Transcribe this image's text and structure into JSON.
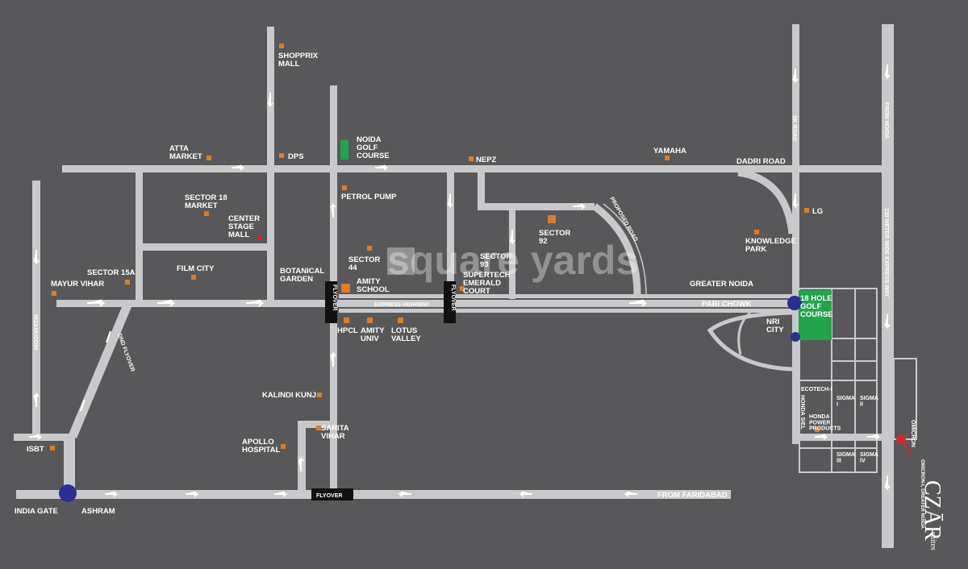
{
  "map": {
    "watermark": "square yards",
    "landmarks": {
      "shopprix": "SHOPPRIX\nMALL",
      "noida_golf": "NOIDA\nGOLF\nCOURSE",
      "atta_market": "ATTA\nMARKET",
      "dps": "DPS",
      "nepz": "NEPZ",
      "yamaha": "YAMAHA",
      "dadri_road": "DADRI ROAD",
      "sk_road": "SK ROAD",
      "from_noida": "FROM NOIDA",
      "expressway_130": "130 METER WIDE EXPRESS WAY",
      "sector18": "SECTOR 18\nMARKET",
      "petrol_pump": "PETROL PUMP",
      "center_stage": "CENTER\nSTAGE\nMALL",
      "sector92": "SECTOR\n92",
      "proposed_road": "PROPOSED ROAD",
      "lg": "LG",
      "knowledge_park": "KNOWLEDGE\nPARK",
      "sector15a": "SECTOR 15A",
      "film_city": "FILM CITY",
      "sector44": "SECTOR\n44",
      "sector93": "SECTOR\n93",
      "supertech": "SUPERTECH\nEMERALD\nCOURT",
      "botanical": "BOTANICAL\nGARDEN",
      "amity_school": "AMITY\nSCHOOL",
      "greater_noida": "GREATER NOIDA",
      "mayur_vihar": "MAYUR VIHAR",
      "express_highway": "EXPRESS HIGHWAY",
      "pari_chowk": "PARI CHOWK",
      "golf_18": "18 HOLE\nGOLF\nCOURSE",
      "nri_city": "NRI\nCITY",
      "flyover_v1": "FLYOVER",
      "flyover_v2": "FLYOVER",
      "hpcl": "HPCL",
      "amity_univ": "AMITY\nUNIV",
      "lotus_valley": "LOTUS\nVALLEY",
      "nizamuddin": "NIZAMUDDIN",
      "dnd_flyover": "DND FLYOVER",
      "kalindi_kunj": "KALINDI KUNJ",
      "ecotech": "ECOTECH-I",
      "honda_siel": "HONDA SIEL",
      "honda_power": "HONDA\nPOWER\nPRODUCTS",
      "sigma1": "SIGMA\nI",
      "sigma2": "SIGMA\nII",
      "sigma3": "SIGMA\nIII",
      "sigma4": "SIGMA\nIV",
      "omicron": "OMICRON",
      "sarita_vihar": "SARITA\nVIHAR",
      "apollo": "APOLLO\nHOSPITAL",
      "isbt": "ISBT",
      "flyover_h": "FLYOVER",
      "from_faridabad": "FROM FARIDABAD",
      "india_gate": "INDIA GATE",
      "ashram": "ASHRAM"
    },
    "brand": {
      "name": "CZĀR",
      "tagline": "suites",
      "location": "OMICRON-I, GREATER NOIDA"
    },
    "colors": {
      "background": "#58585a",
      "road": "#c8c9cb",
      "poi": "#e07b26",
      "golf": "#22a54a",
      "junction": "#2b2f8f",
      "pin": "#d7262d"
    }
  }
}
